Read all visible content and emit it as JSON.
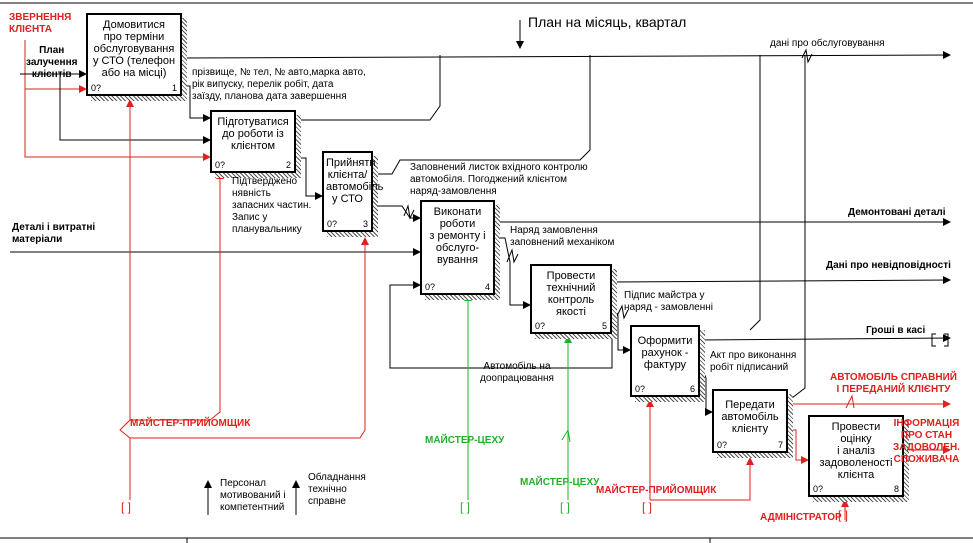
{
  "activities": [
    {
      "title": "Домовитися\nпро терміни\nобслуговування\nу СТО (телефон\nабо на місці)",
      "cost": "0?",
      "num": "1"
    },
    {
      "title": "Підготуватися\nдо роботи із\nклієнтом",
      "cost": "0?",
      "num": "2"
    },
    {
      "title": "Прийняти\nклієнта/\nавтомобіль\nу СТО",
      "cost": "0?",
      "num": "3"
    },
    {
      "title": "Виконати\nроботи\nз ремонту і\nобслуго-\nвування",
      "cost": "0?",
      "num": "4"
    },
    {
      "title": "Провести\nтехнічний\nконтроль\nякості",
      "cost": "0?",
      "num": "5"
    },
    {
      "title": "Оформити\nрахунок -\nфактуру",
      "cost": "0?",
      "num": "6"
    },
    {
      "title": "Передати\nавтомобіль\nклієнту",
      "cost": "0?",
      "num": "7"
    },
    {
      "title": "Провести\nоцінку\nі аналіз\nзадоволеності\nклієнта",
      "cost": "0?",
      "num": "8"
    }
  ],
  "inputs": {
    "client_request": "ЗВЕРНЕННЯ\nКЛІЄНТА",
    "client_plan": "План\nзалучення\nклієнтів",
    "parts": "Деталі і витратні\nматеріали"
  },
  "controls": {
    "month_plan": "План на місяць, квартал"
  },
  "outputs": {
    "service_data": "дані про обслуговування",
    "dismantled": "Демонтовані деталі",
    "nonconformity": "Дані про невідповідності",
    "cash": "Гроші  в касі",
    "car_ok": "АВТОМОБІЛЬ СПРАВНИЙ\nІ ПЕРЕДАНИЙ КЛІЄНТУ",
    "satisfaction": "ІНФОРМАЦІЯ\nПРО СТАН\nЗАДОВОЛЕН.\nСПОЖИВАЧА"
  },
  "arrow_labels": {
    "client_info": "прізвище, № тел, № авто,марка авто,\nрік випуску, перелік робіт, дата\nзаїзду, планова дата завершення",
    "parts_check": "Підтверджено\nнявність\nзапасних частин.\nЗапис у\nпланувальнику",
    "intake_sheet": "Заповнений листок вхідного контролю\nавтомобіля. Погоджений клієнтом\nнаряд-замовлення",
    "work_order_filled": "Наряд замовлення\nзаповнений механіком",
    "master_signature": "Підпис майстра у\nнаряд - замовленні",
    "rework": "Автомобіль на\nдоопрацювання",
    "act_signed": "Акт про виконання\nробіт підписаний"
  },
  "mechanisms": {
    "reception_master_1": "МАЙСТЕР-ПРИЙОМЩИК",
    "shop_master_1": "МАЙСТЕР-ЦЕХУ",
    "shop_master_2": "МАЙСТЕР-ЦЕХУ",
    "reception_master_2": "МАЙСТЕР-ПРИЙОМЩИК",
    "administrator": "АДМІНІСТРАТОР"
  },
  "legend": {
    "personnel": "Персонал\nмотивований і\nкомпетентний",
    "equipment": "Обладнання\nтехнічно\nсправне"
  },
  "tunnel_glyph": "[ ]",
  "colors": {
    "black": "#000000",
    "red": "#e0201e",
    "green": "#22b02a"
  }
}
